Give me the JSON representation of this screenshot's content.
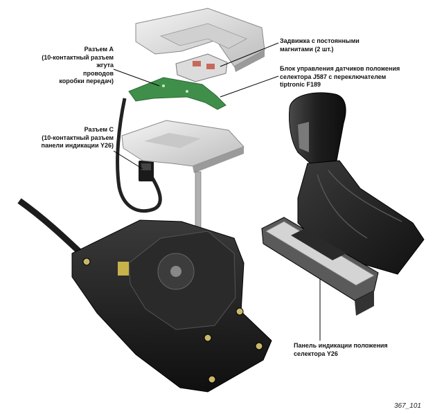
{
  "labels": {
    "connector_a": [
      "Разъем А",
      "(10-контактный разъем жгута",
      "проводов",
      "коробки передач)"
    ],
    "connector_c": [
      "Разъем С",
      "(10-контактный разъем",
      "панели индикации Y26)"
    ],
    "magnet_slide": [
      "Задвижка с постоянными",
      "магнитами (2 шт.)"
    ],
    "sensor_unit": [
      "Блок управления датчиков положения",
      "селектора J587 с переключателем",
      "tiptronic F189"
    ],
    "indicator_panel": [
      "Панель индикации положения",
      "селектора Y26"
    ]
  },
  "figure_id": "367_101",
  "colors": {
    "pcb": "#3f8f4a",
    "housing": "#1c1c1c",
    "cover": "#e2e2e2",
    "knob": "#2a2a2a",
    "label_line": "#000000"
  }
}
